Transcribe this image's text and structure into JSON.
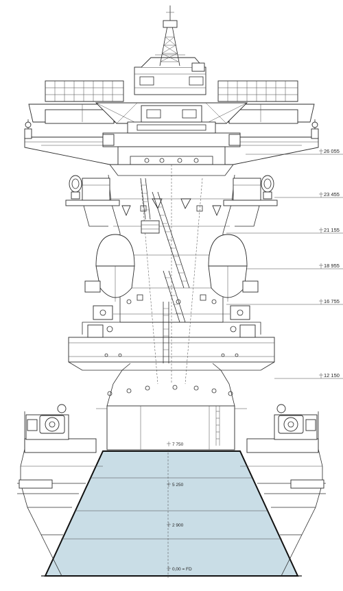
{
  "levels_right": [
    {
      "id": "l26",
      "label": "26 055"
    },
    {
      "id": "l23",
      "label": "23 455"
    },
    {
      "id": "l21",
      "label": "21 155"
    },
    {
      "id": "l18",
      "label": "18 955"
    },
    {
      "id": "l16",
      "label": "16 755"
    },
    {
      "id": "l12",
      "label": "12 150"
    }
  ],
  "levels_center": [
    {
      "id": "c7",
      "label": "7 750"
    },
    {
      "id": "c5",
      "label": "5 250"
    },
    {
      "id": "c2",
      "label": "2 900"
    },
    {
      "id": "c0",
      "label": "0,00 = FD"
    }
  ],
  "colors": {
    "line": "#2a2a2a",
    "hull_fill": "#c9dde6",
    "background": "#ffffff"
  }
}
